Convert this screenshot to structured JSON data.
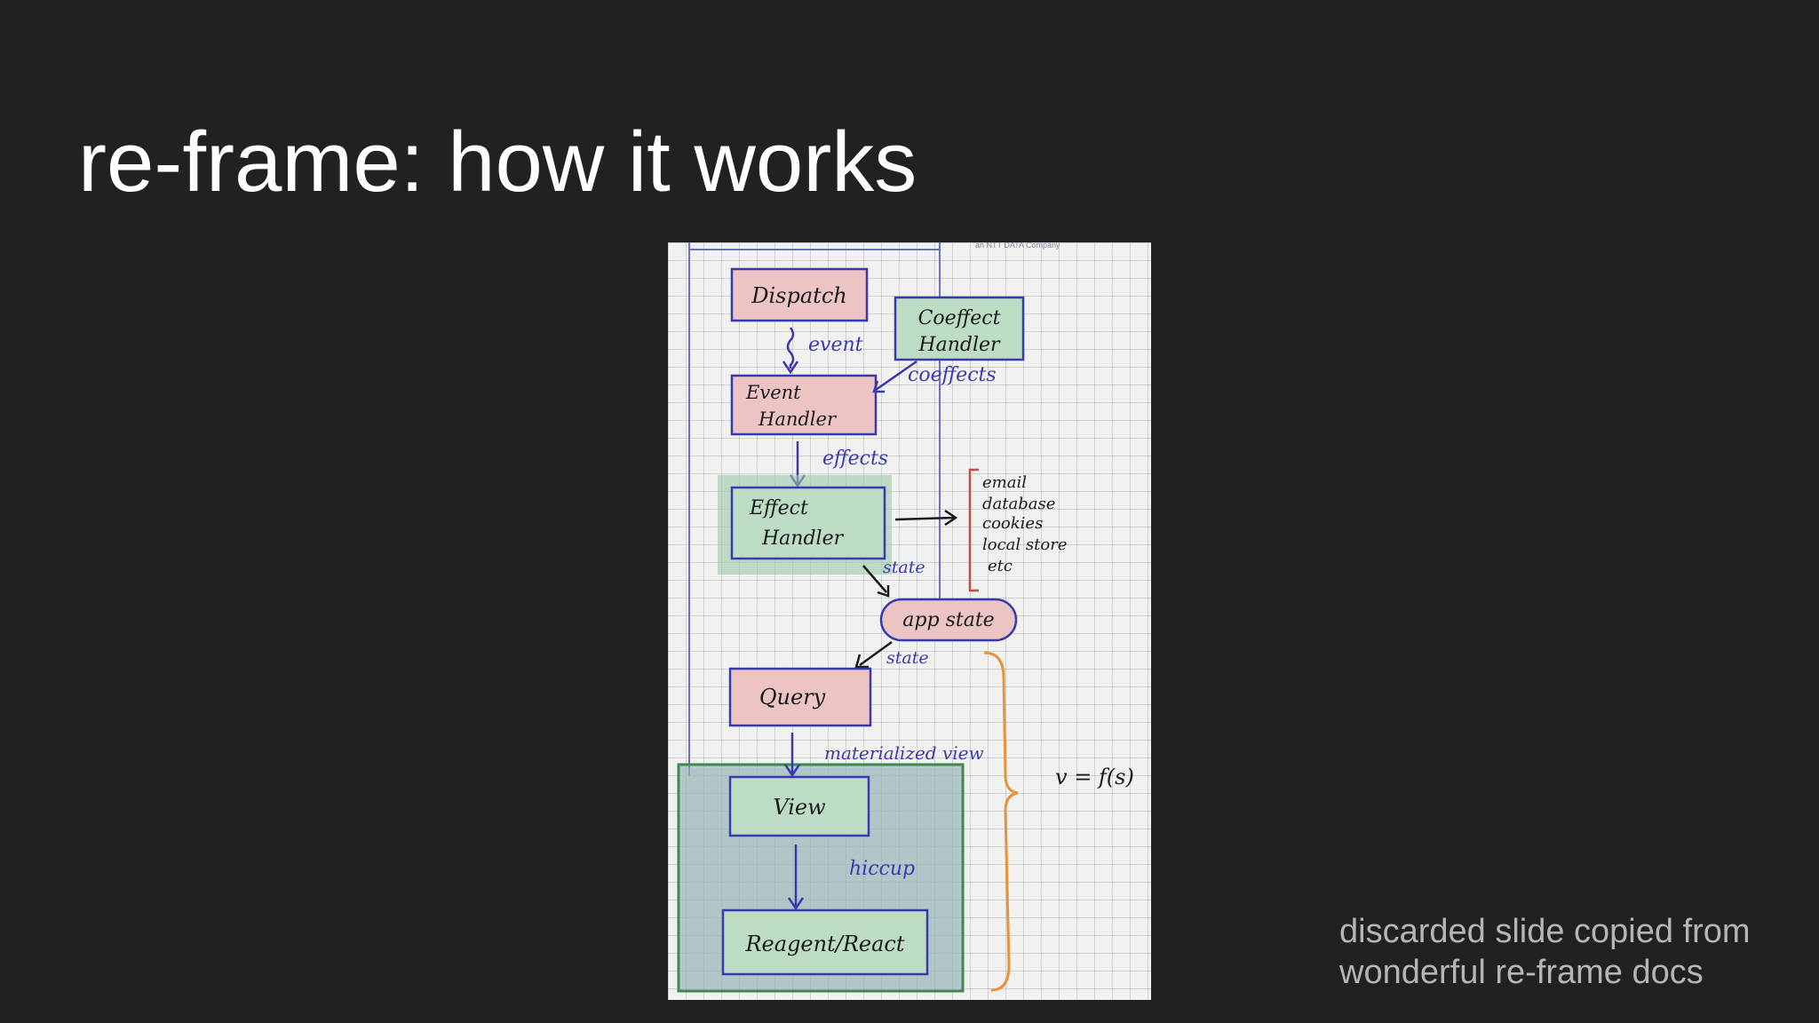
{
  "slide": {
    "title": "re-frame: how it works",
    "footnote_line1": "discarded slide copied from",
    "footnote_line2": "wonderful re-frame docs"
  },
  "diagram": {
    "watermark": "an NTT DATA Company",
    "nodes": {
      "dispatch": "Dispatch",
      "coeffect_handler_1": "Coeffect",
      "coeffect_handler_2": "Handler",
      "event_handler_1": "Event",
      "event_handler_2": "Handler",
      "effect_handler_1": "Effect",
      "effect_handler_2": "Handler",
      "app_state": "app state",
      "query": "Query",
      "view": "View",
      "reagent_react": "Reagent/React"
    },
    "edges": {
      "event": "event",
      "coeffects": "coeffects",
      "effects": "effects",
      "state_out": "state",
      "state_in": "state",
      "materialized_view": "materialized view",
      "hiccup": "hiccup"
    },
    "side_effects": [
      "email",
      "database",
      "cookies",
      "local store",
      "etc"
    ],
    "formula": "v = f(s)",
    "colors": {
      "pink_box": "#ecc4c4",
      "green_box": "#bcdcc4",
      "blue_ink": "#3a3ab0",
      "black_ink": "#1a1a1a",
      "orange_brace": "#e8923a",
      "view_region": "#8fa6c8"
    }
  }
}
